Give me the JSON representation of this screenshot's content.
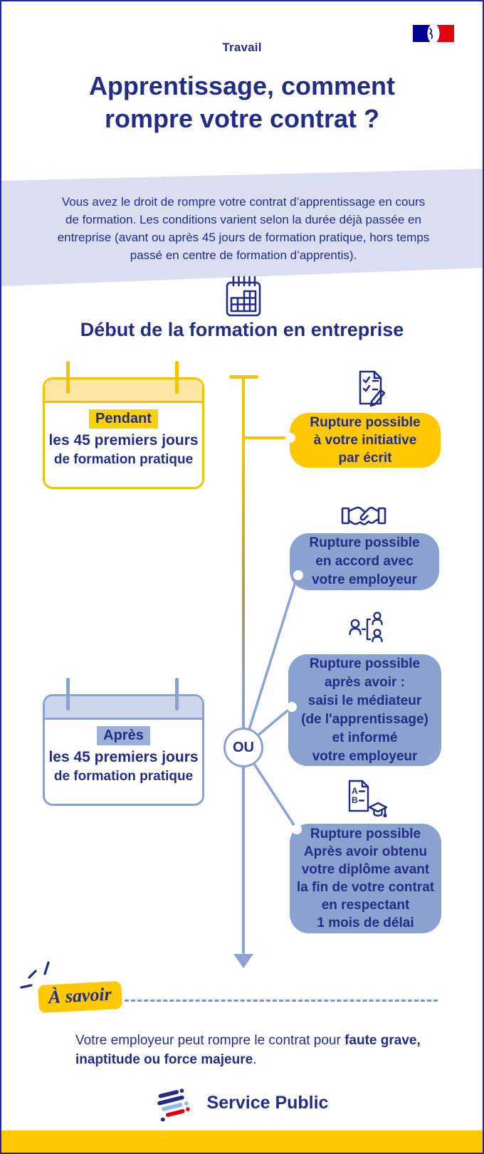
{
  "header": {
    "kicker": "Travail",
    "title_line1": "Apprentissage, comment",
    "title_line2": "rompre votre contrat ?",
    "intro": "Vous avez le droit de rompre votre contrat d’apprentissage en cours de formation. Les conditions varient selon la durée déjà passée en entreprise (avant ou après 45 jours de formation pratique, hors temps passé en centre de formation d’apprentis)."
  },
  "timeline": {
    "section_title": "Début de la formation en entreprise",
    "or_label": "OU",
    "periods": [
      {
        "highlight": "Pendant",
        "line1": "les 45 premiers jours",
        "line2": "de formation pratique",
        "theme": "yellow"
      },
      {
        "highlight": "Après",
        "line1": "les 45 premiers jours",
        "line2": "de formation pratique",
        "theme": "blue"
      }
    ],
    "outcomes": [
      {
        "icon": "document-check-pencil-icon",
        "theme": "yellow",
        "text": "Rupture possible\nà votre initiative\npar écrit"
      },
      {
        "icon": "handshake-icon",
        "theme": "blue",
        "text": "Rupture possible\nen accord avec\nvotre employeur"
      },
      {
        "icon": "mediator-people-icon",
        "theme": "blue",
        "text": "Rupture possible\naprès avoir :\nsaisi le médiateur\n(de l'apprentissage)\net informé\nvotre employeur"
      },
      {
        "icon": "diploma-grades-icon",
        "theme": "blue",
        "text": "Rupture possible\nAprès avoir obtenu\nvotre diplôme avant\nla fin de votre contrat\nen respectant\n1 mois de délai"
      }
    ]
  },
  "notice": {
    "label": "À savoir",
    "text_normal": "Votre employeur peut rompre le contrat pour ",
    "text_bold": "faute grave, inaptitude ou force majeure",
    "text_suffix": "."
  },
  "footer": {
    "brand": "Service Public"
  },
  "icons": [
    "french-flag-marianne-icon",
    "calendar-grid-icon",
    "document-check-pencil-icon",
    "handshake-icon",
    "mediator-people-icon",
    "diploma-grades-icon",
    "sparkle-lines-icon",
    "service-public-mark-icon"
  ],
  "colors": {
    "navy_text": "#232d85",
    "gold": "#ffc800",
    "gold_border": "#f2c400",
    "gold_light": "#fbe7a1",
    "gold_highlight": "#ffd100",
    "periwinkle_box": "#8ba1d0",
    "periwinkle_line": "#8ca2d4",
    "blue_light_header": "#cbd6eb",
    "blue_highlight": "#9db0da",
    "intro_band": "#d9def0",
    "flag_blue": "#000091",
    "flag_red": "#e1000f",
    "logo_light_blue": "#8fb9e8",
    "page_border": "#2424a8"
  }
}
